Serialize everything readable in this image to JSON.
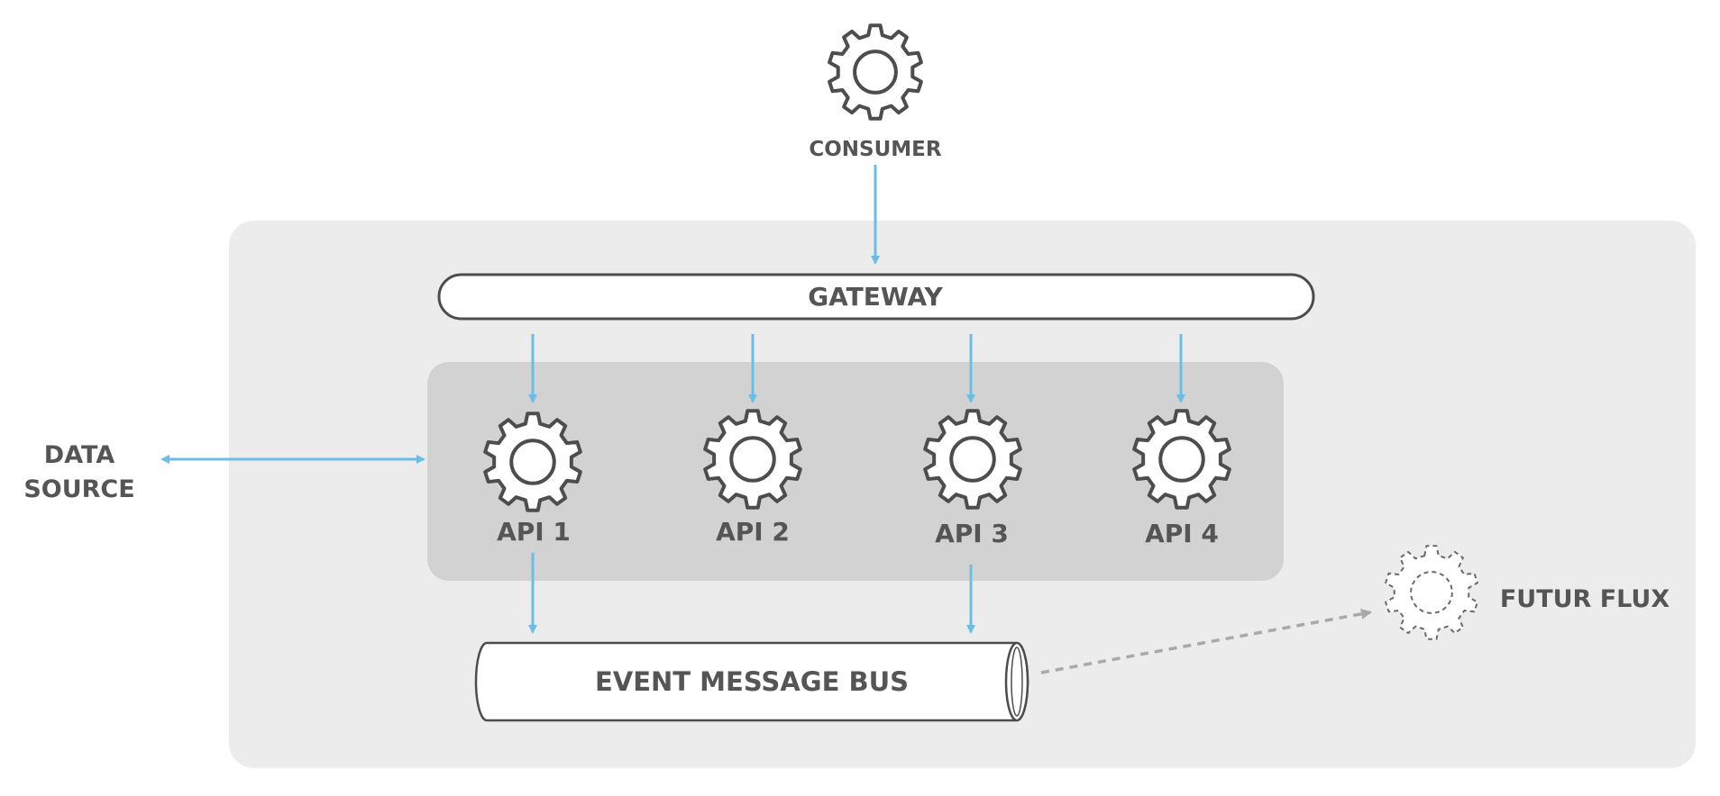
{
  "nodes": {
    "consumer": "CONSUMER",
    "gateway": "GATEWAY",
    "data_source_line1": "DATA",
    "data_source_line2": "SOURCE",
    "apis": [
      "API 1",
      "API 2",
      "API 3",
      "API 4"
    ],
    "event_bus": "EVENT MESSAGE BUS",
    "future_flux": "FUTUR FLUX"
  },
  "colors": {
    "arrow": "#6bbde4",
    "outer_panel": "#ececec",
    "api_panel": "#d2d2d2",
    "stroke": "#4d4d4d",
    "text": "#555555",
    "future_arrow": "#a9a9a9"
  },
  "icons": {
    "service": "gear-icon",
    "future_service": "dashed-gear-icon"
  }
}
